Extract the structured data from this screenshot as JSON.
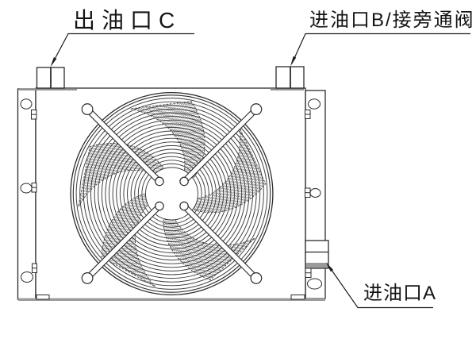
{
  "drawing": {
    "labels": {
      "outlet_c": {
        "text": "出油口C"
      },
      "inlet_b": {
        "text": "进油口B/接旁通阀"
      },
      "inlet_a": {
        "text": "进油口A"
      }
    },
    "colors": {
      "line": "#2b2b2b",
      "thick_edge": "#8f8f8f",
      "background": "#ffffff"
    }
  }
}
